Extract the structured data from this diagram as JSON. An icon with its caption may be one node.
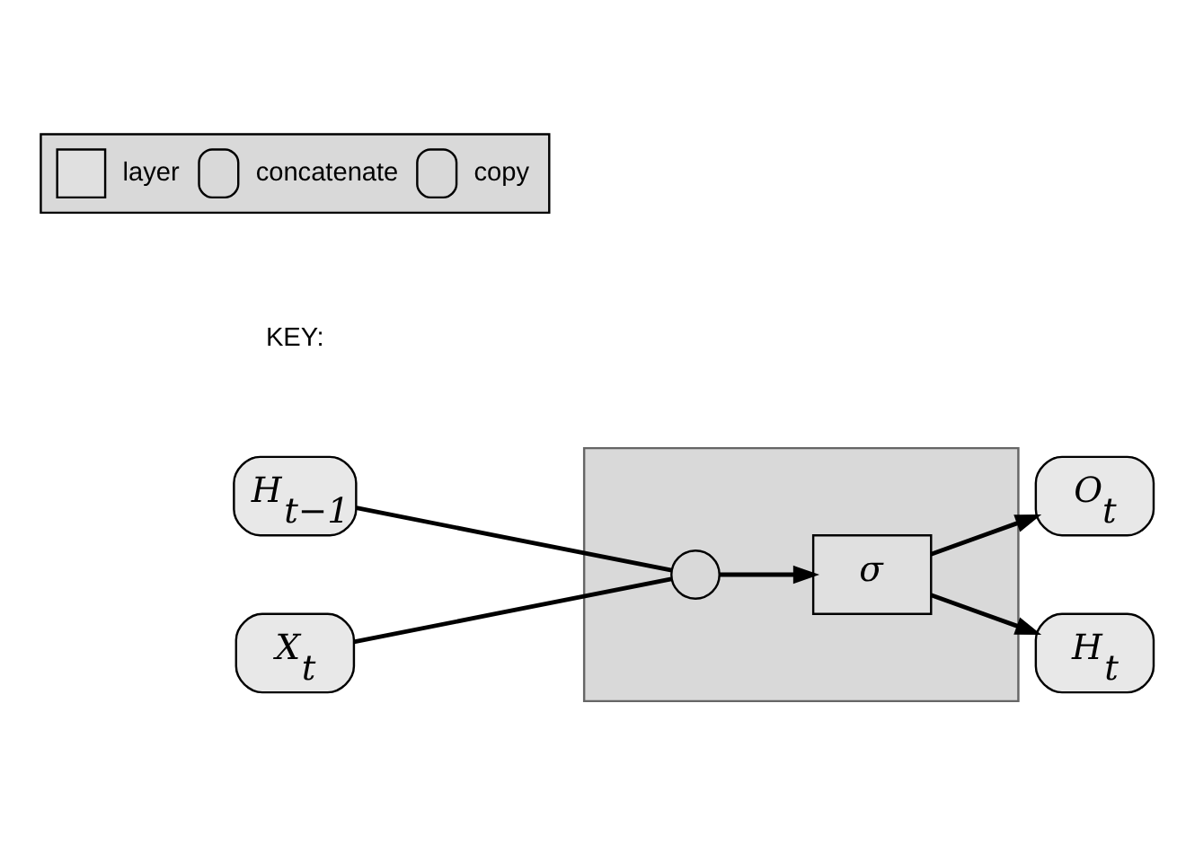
{
  "diagram": {
    "nodes": [
      {
        "text": [],
        "shape": "box"
      },
      {
        "text": [
          "H$_{t−1}$"
        ]
      },
      {
        "text": [],
        "shape": "circle",
        "in": 0
      },
      {
        "text": [
          "σ"
        ],
        "in": 0
      },
      {
        "text": [
          "O$_{t}$"
        ]
      },
      {
        "text": [
          "H$_{t}$"
        ]
      },
      {
        "text": [
          "X$_{t}$"
        ]
      }
    ],
    "edges": [
      {
        "from": 1,
        "to": 2,
        "arrow": "none"
      },
      {
        "from": 6,
        "to": 2,
        "arrow": "none"
      },
      {
        "from": 2,
        "to": 3,
        "arrow": "to"
      },
      {
        "from": 3,
        "to": 4,
        "arrow": "to"
      },
      {
        "from": 3,
        "to": 5,
        "arrow": "to"
      }
    ],
    "labels": [
      "KEY:"
    ],
    "legend": [
      {
        "text": "layer",
        "color": "#e0e0e0"
      },
      {
        "text": "concatenate"
      },
      {
        "text": "copy"
      }
    ]
  }
}
